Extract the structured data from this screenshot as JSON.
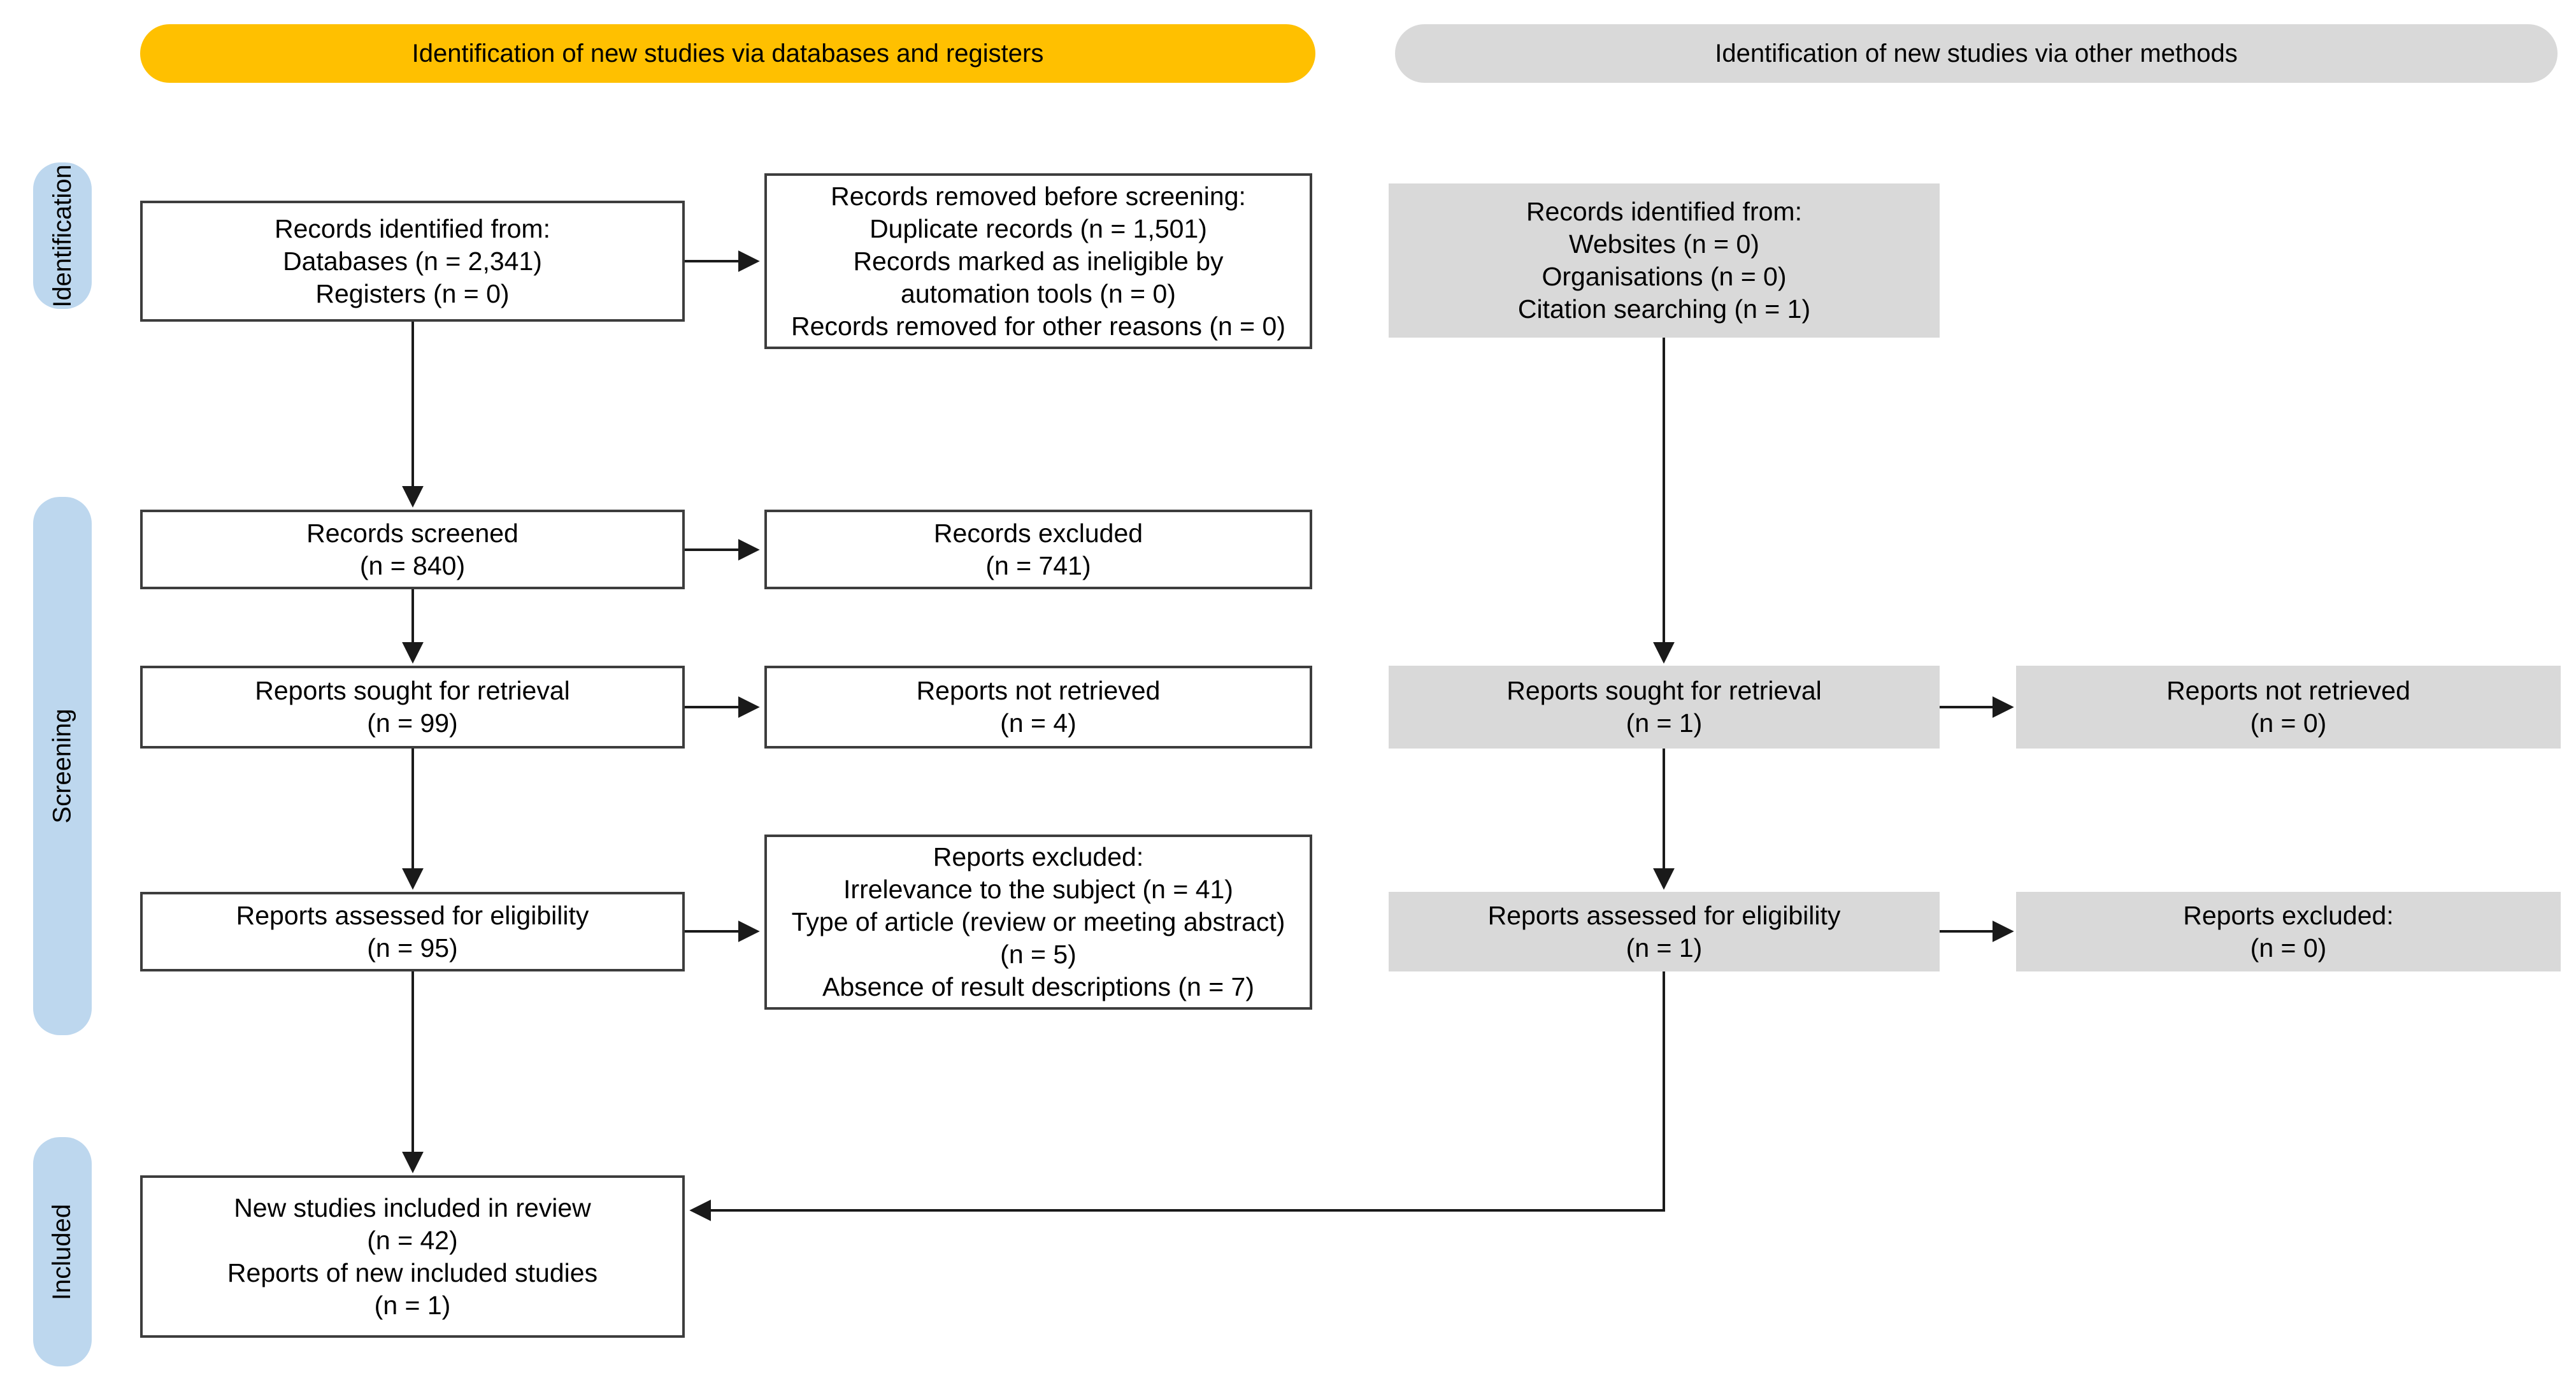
{
  "banners": {
    "databases_registers": "Identification of new studies via databases and registers",
    "other_methods": "Identification of new studies via other methods"
  },
  "stages": {
    "identification": "Identification",
    "screening": "Screening",
    "included": "Included"
  },
  "colors": {
    "banner_yellow": "#FFC000",
    "banner_gray": "#D9D9D9",
    "stage_blue": "#BDD7EE",
    "box_gray": "#D9D9D9",
    "box_white": "#FFFFFF",
    "box_border": "#3d3d3d",
    "arrow": "#1a1a1a"
  },
  "boxes": {
    "records_identified_db": {
      "lines": [
        "Records identified from:",
        "Databases (n = 2,341)",
        "Registers (n = 0)"
      ]
    },
    "records_removed": {
      "lines": [
        "Records removed before screening:",
        "Duplicate records (n = 1,501)",
        "Records marked as ineligible by automation tools (n = 0)",
        "Records removed for other reasons (n = 0)"
      ]
    },
    "records_screened": {
      "lines": [
        "Records screened",
        "(n = 840)"
      ]
    },
    "records_excluded": {
      "lines": [
        "Records excluded",
        "(n = 741)"
      ]
    },
    "reports_sought_db": {
      "lines": [
        "Reports sought for retrieval",
        "(n = 99)"
      ]
    },
    "reports_not_retrieved_db": {
      "lines": [
        "Reports not retrieved",
        "(n = 4)"
      ]
    },
    "reports_assessed_db": {
      "lines": [
        "Reports assessed for eligibility",
        "(n = 95)"
      ]
    },
    "reports_excluded_db": {
      "lines": [
        "Reports excluded:",
        "Irrelevance to the subject (n = 41)",
        "Type of article (review or meeting abstract) (n = 5)",
        "Absence of result descriptions (n = 7)"
      ]
    },
    "new_studies_included": {
      "lines": [
        "New studies included in review",
        "(n = 42)",
        "Reports of new included studies",
        "(n = 1)"
      ]
    },
    "records_identified_other": {
      "lines": [
        "Records identified from:",
        "Websites (n = 0)",
        "Organisations (n = 0)",
        "Citation searching (n = 1)"
      ]
    },
    "reports_sought_other": {
      "lines": [
        "Reports sought for retrieval",
        "(n = 1)"
      ]
    },
    "reports_not_retrieved_other": {
      "lines": [
        "Reports not retrieved",
        "(n = 0)"
      ]
    },
    "reports_assessed_other": {
      "lines": [
        "Reports assessed for eligibility",
        "(n = 1)"
      ]
    },
    "reports_excluded_other": {
      "lines": [
        "Reports excluded:",
        "(n = 0)"
      ]
    }
  }
}
